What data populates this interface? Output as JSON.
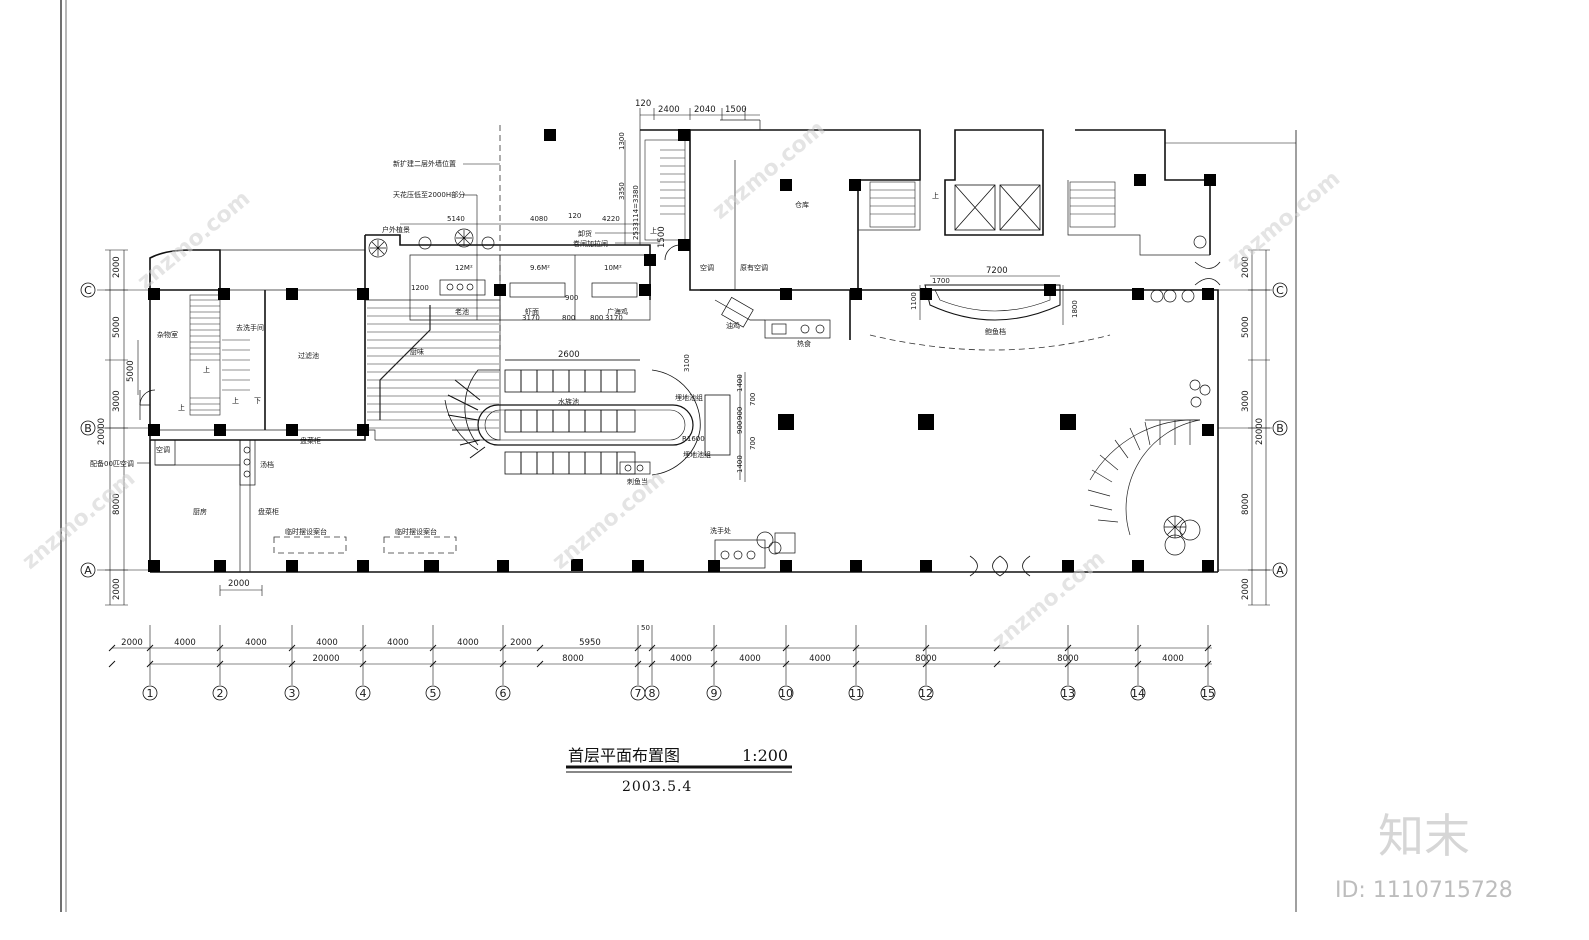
{
  "drawing": {
    "title": "首层平面布置图",
    "scale": "1:200",
    "date": "2003.5.4"
  },
  "watermark": {
    "logo": "知末",
    "id_text": "ID: 1110715728",
    "diagonal_text": "znzmo.com"
  },
  "grid_axes": {
    "columns": [
      "1",
      "2",
      "3",
      "4",
      "5",
      "6",
      "7",
      "8",
      "9",
      "10",
      "11",
      "12",
      "13",
      "14",
      "15"
    ],
    "rows": [
      "A",
      "B",
      "C"
    ]
  },
  "dimensions": {
    "bottom_row1": [
      "2000",
      "4000",
      "4000",
      "4000",
      "4000",
      "4000",
      "2000",
      "5950"
    ],
    "bottom_row2": [
      "20000",
      "8000",
      "4000",
      "4000",
      "4000",
      "8000",
      "8000",
      "4000"
    ],
    "bottom_small": [
      "2000",
      "50"
    ],
    "left_outer": [
      "2000",
      "5000",
      "3000",
      "8000",
      "2000"
    ],
    "left_total": "20000",
    "left_inner": "5000",
    "right_outer": [
      "2000",
      "5000",
      "3000",
      "8000",
      "2000"
    ],
    "right_total": "20000",
    "top": [
      "120",
      "2400",
      "2040",
      "1500"
    ],
    "top_inner": [
      "5140",
      "4080",
      "120",
      "4220"
    ],
    "vert_misc": [
      "1300",
      "3350",
      "2533114=3380",
      "1500"
    ],
    "sushi": [
      "7200",
      "1700",
      "1100",
      "1800"
    ],
    "pool": [
      "2600",
      "3100",
      "1400",
      "700",
      "900",
      "900",
      "700",
      "1400",
      "R1600"
    ],
    "tank": [
      "1200",
      "3170",
      "800",
      "900",
      "800",
      "3170"
    ]
  },
  "rooms": {
    "storage": "杂物室",
    "to_wc": "去洗手间",
    "filter_pool": "过滤池",
    "kitchen": "厨房",
    "ac": "空调",
    "ac2": "空调",
    "orig_ac": "原有空调",
    "warehouse": "仓库",
    "soup": "汤档",
    "dish_cab1": "盘菜柜",
    "dish_cab2": "盘菜柜",
    "temp1": "临时摆设案台",
    "temp2": "临时摆设案台",
    "wash": "洗手处",
    "fry": "油鸡",
    "hot": "热食",
    "sushi": "鲍鱼档",
    "water_pool": "水族池",
    "burial1": "埋地池组",
    "burial2": "埋地池组",
    "fish_bar": "刺鱼当",
    "ac_spare": "配备00匹空调",
    "expand_wall": "新扩建二层外墙位置",
    "ceiling": "天花压低至2000H部分",
    "outdoor": "户外植景",
    "unload": "卸货",
    "rolling": "卷闸加拉闸",
    "area1": "12M²",
    "area2": "9.6M²",
    "area3": "10M²",
    "tank1": "老池",
    "tank2": "虾面",
    "tank3": "广海鸡",
    "ramp": "厨味",
    "up1": "上",
    "up2": "上",
    "up3": "上",
    "down": "下",
    "up4": "上",
    "up5": "上"
  },
  "icons": [
    "column-icon",
    "tree-icon",
    "door-icon",
    "stair-icon",
    "axis-bubble-icon"
  ]
}
